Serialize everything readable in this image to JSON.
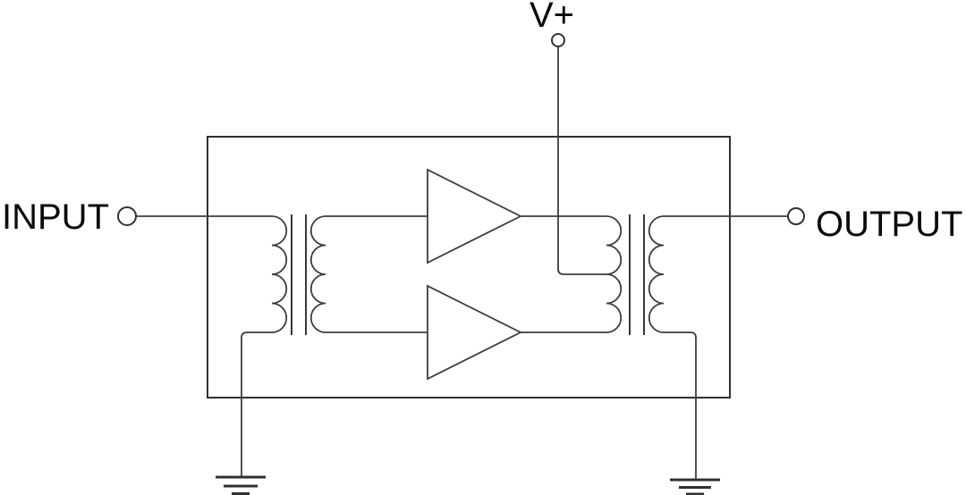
{
  "diagram": {
    "kind": "circuit-schematic",
    "labels": {
      "input": "INPUT",
      "output": "OUTPUT",
      "supply": "V+"
    },
    "components": [
      "input-terminal",
      "input-transformer",
      "top-amplifier",
      "bottom-amplifier",
      "output-transformer",
      "supply-terminal",
      "output-terminal",
      "amplifier-block",
      "ground-left",
      "ground-right"
    ]
  },
  "colors": {
    "line": "#3d3d3d",
    "block_outline": "#303030",
    "text": "#0a0a0a",
    "background": "#ffffff"
  }
}
